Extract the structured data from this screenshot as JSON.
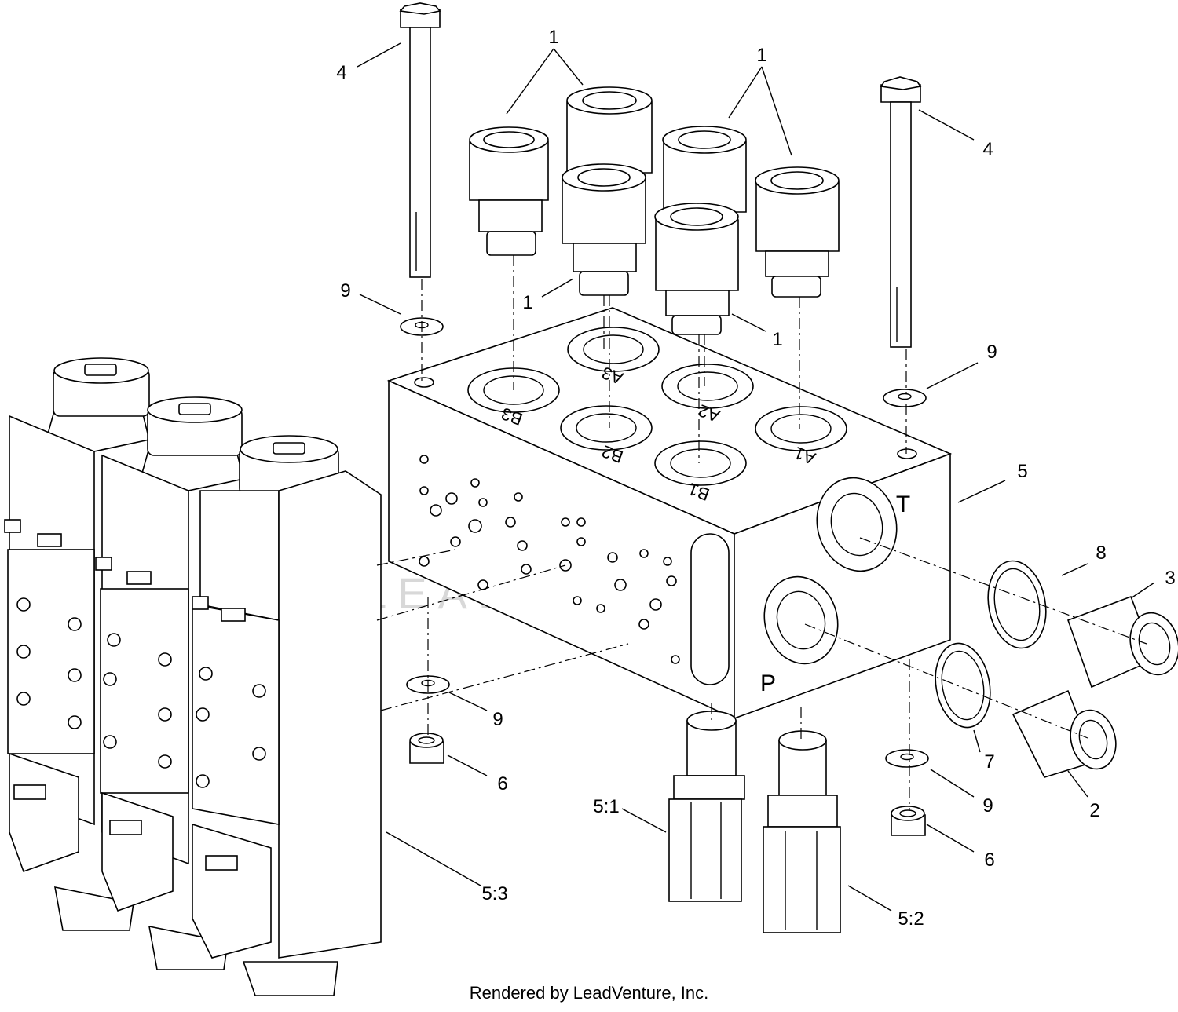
{
  "callouts": {
    "c1a": "1",
    "c1b": "1",
    "c1c": "1",
    "c1d": "1",
    "c2": "2",
    "c3": "3",
    "c4a": "4",
    "c4b": "4",
    "c5": "5",
    "c51": "5:1",
    "c52": "5:2",
    "c53": "5:3",
    "c6a": "6",
    "c6b": "6",
    "c7": "7",
    "c8": "8",
    "c9a": "9",
    "c9b": "9",
    "c9c": "9",
    "c9d": "9"
  },
  "ports": {
    "a1": "A1",
    "a2": "A2",
    "a3": "A3",
    "b1": "B1",
    "b2": "B2",
    "b3": "B3",
    "t": "T",
    "p": "P"
  },
  "watermark": "LEADVENTURE",
  "footer": "Rendered by LeadVenture, Inc."
}
